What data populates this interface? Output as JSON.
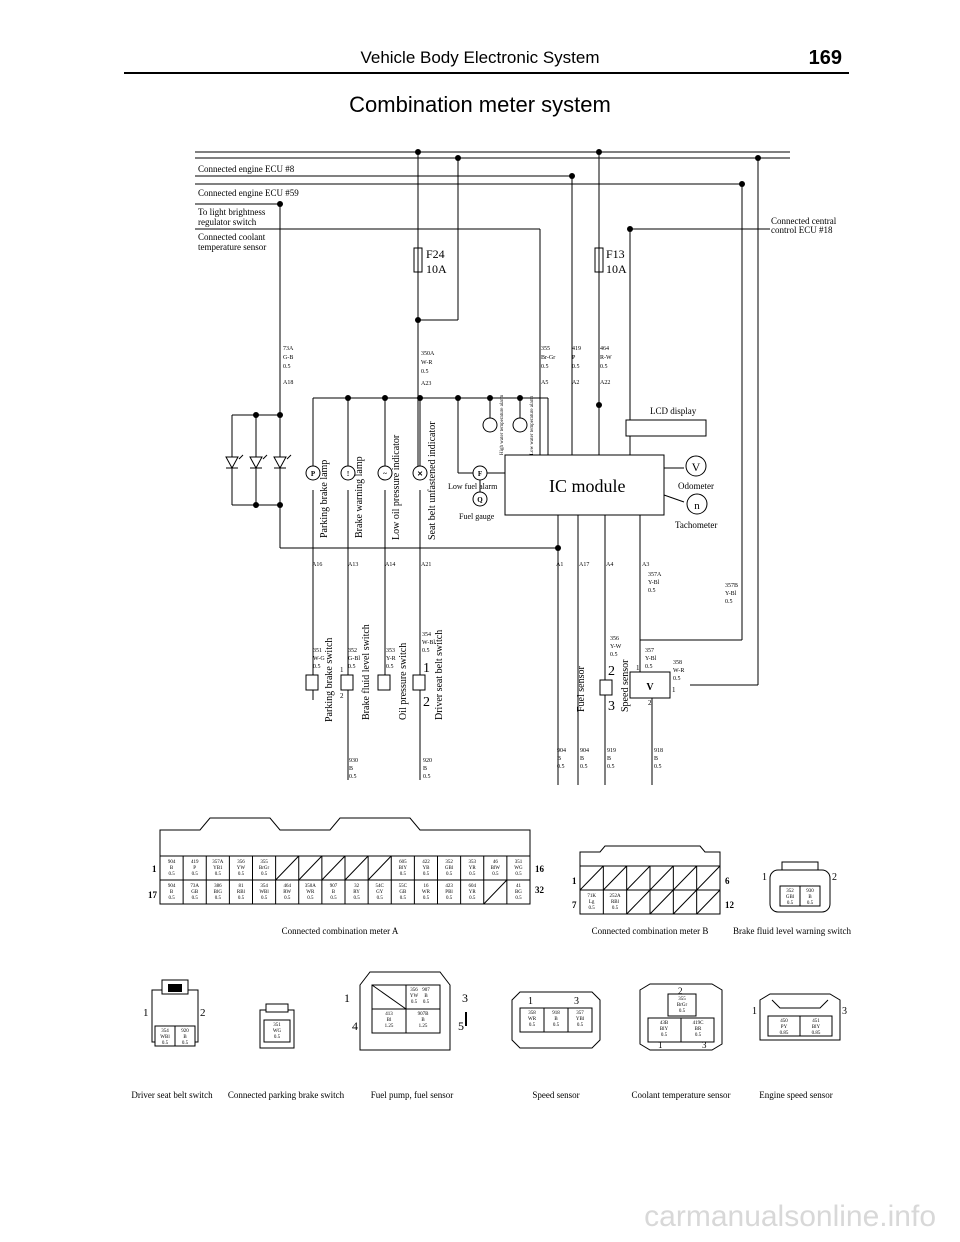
{
  "header": {
    "section": "Vehicle Body Electronic System",
    "page": "169"
  },
  "title": "Combination meter system",
  "connections": {
    "ecu8": "Connected engine ECU #8",
    "ecu59": "Connected engine ECU #59",
    "brightness1": "To light brightness",
    "brightness2": "regulator switch",
    "coolant1": "Connected coolant",
    "coolant2": "temperature sensor",
    "central1": "Connected central",
    "central2": "control ECU #18"
  },
  "fuses": [
    {
      "name": "F24",
      "rating": "10A"
    },
    {
      "name": "F13",
      "rating": "10A"
    }
  ],
  "module": {
    "name": "IC module",
    "lcd": "LCD display",
    "odometer": "Odometer",
    "tachometer": "Tachometer"
  },
  "indicators": {
    "parking": "Parking brake lamp",
    "brake": "Brake warning lamp",
    "oil": "Low oil pressure indicator",
    "seatbelt": "Seat belt unfastened indicator",
    "lowfuel": "Low fuel alarm",
    "fuelgauge": "Fuel gauge",
    "hightemp": "High water temperature alarm",
    "lowtemp": "Low water temperature alarm"
  },
  "switches": {
    "parking": "Parking brake switch",
    "brakefluid": "Brake fluid level switch",
    "oil": "Oil pressure switch",
    "seatbelt": "Driver seat belt switch",
    "fuel": "Fuel sensor",
    "speed": "Speed sensor"
  },
  "wires": [
    {
      "id": "73A",
      "color": "G-B",
      "size": "0.5",
      "pin": "A18"
    },
    {
      "id": "350A",
      "color": "W-R",
      "size": "0.5",
      "pin": "A23"
    },
    {
      "id": "355",
      "color": "Br-Gr",
      "size": "0.5",
      "pin": "A5"
    },
    {
      "id": "419",
      "color": "P",
      "size": "0.5",
      "pin": "A2"
    },
    {
      "id": "464",
      "color": "R-W",
      "size": "0.5",
      "pin": "A22"
    }
  ],
  "lower_pins": [
    "A16",
    "A13",
    "A14",
    "A21",
    "A1",
    "A17",
    "A4",
    "A3"
  ],
  "lower_wires": [
    {
      "id": "351",
      "color": "W-G",
      "size": "0.5"
    },
    {
      "id": "352",
      "color": "G-Bl",
      "size": "0.5"
    },
    {
      "id": "353",
      "color": "Y-R",
      "size": "0.5"
    },
    {
      "id": "354",
      "color": "W-Bl",
      "size": "0.5"
    },
    {
      "id": "356",
      "color": "Y-W",
      "size": "0.5"
    },
    {
      "id": "357A",
      "color": "Y-Bl",
      "size": "0.5"
    },
    {
      "id": "357B",
      "color": "Y-Bl",
      "size": "0.5"
    },
    {
      "id": "357",
      "color": "Y-Bl",
      "size": "0.5"
    },
    {
      "id": "358",
      "color": "W-R",
      "size": "0.5"
    }
  ],
  "grounds": [
    {
      "id": "930",
      "color": "B",
      "size": "0.5"
    },
    {
      "id": "920",
      "color": "B",
      "size": "0.5"
    },
    {
      "id": "904",
      "color": "B",
      "size": "0.5"
    },
    {
      "id": "904",
      "color": "B",
      "size": "0.5"
    },
    {
      "id": "919",
      "color": "B",
      "size": "0.5"
    },
    {
      "id": "918",
      "color": "B",
      "size": "0.5"
    }
  ],
  "meter_a": {
    "label": "Connected combination meter A",
    "pin_labels": [
      "1",
      "16",
      "17",
      "32"
    ],
    "row1": [
      [
        "904",
        "B",
        "0.5"
      ],
      [
        "419",
        "P",
        "0.5"
      ],
      [
        "357A",
        "YB1",
        "0.5"
      ],
      [
        "356",
        "YW",
        "0.5"
      ],
      [
        "355",
        "BrGr",
        "0.5"
      ],
      null,
      null,
      null,
      null,
      null,
      [
        "605",
        "BlY",
        "0.5"
      ],
      [
        "422",
        "YB",
        "0.5"
      ],
      [
        "352",
        "GBl",
        "0.5"
      ],
      [
        "353",
        "YR",
        "0.5"
      ],
      [
        "46",
        "BlW",
        "0.5"
      ],
      [
        "351",
        "WG",
        "0.5"
      ]
    ],
    "row2": [
      [
        "904",
        "B",
        "0.5"
      ],
      [
        "73A",
        "GB",
        "0.5"
      ],
      [
        "386",
        "BlG",
        "0.5"
      ],
      [
        "81",
        "RBl",
        "0.5"
      ],
      [
        "354",
        "WBl",
        "0.5"
      ],
      [
        "464",
        "RW",
        "0.5"
      ],
      [
        "350A",
        "WR",
        "0.5"
      ],
      [
        "907",
        "B",
        "0.5"
      ],
      [
        "32",
        "RY",
        "0.5"
      ],
      [
        "54C",
        "GY",
        "0.5"
      ],
      [
        "55C",
        "GB",
        "0.5"
      ],
      [
        "16",
        "WR",
        "0.5"
      ],
      [
        "423",
        "PBl",
        "0.5"
      ],
      [
        "604",
        "YR",
        "0.5"
      ],
      null,
      [
        "41",
        "BG",
        "0.5"
      ]
    ]
  },
  "meter_b": {
    "label": "Connected combination meter B",
    "pin_labels": [
      "1",
      "6",
      "7",
      "12"
    ],
    "row2": [
      [
        "71K",
        "Lg",
        "0.5"
      ],
      [
        "252A",
        "RBl",
        "0.5"
      ]
    ]
  },
  "brake_fluid": {
    "label": "Brake fluid level warning switch",
    "pins": [
      "1",
      "2"
    ],
    "cells": [
      [
        "352",
        "GBl",
        "0.5"
      ],
      [
        "930",
        "B",
        "0.5"
      ]
    ]
  },
  "seat_belt": {
    "label": "Driver seat belt switch",
    "pins": [
      "1",
      "2"
    ],
    "cells": [
      [
        "354",
        "WBl",
        "0.5"
      ],
      [
        "920",
        "B",
        "0.5"
      ]
    ]
  },
  "parking_brake": {
    "label": "Connected parking brake switch",
    "cells": [
      [
        "351",
        "WG",
        "0.5"
      ]
    ]
  },
  "fuel_pump": {
    "label": "Fuel pump, fuel sensor",
    "pins": [
      "1",
      "3",
      "4",
      "5"
    ],
    "cells": [
      [
        "356",
        "YW",
        "0.5"
      ],
      [
        "907",
        "B",
        "0.5"
      ],
      [
        "413",
        "Bl",
        "1.25"
      ],
      [
        "907B",
        "B",
        "1.25"
      ]
    ]
  },
  "speed_sensor": {
    "label": "Speed sensor",
    "pins": [
      "1",
      "3"
    ],
    "cells": [
      [
        "358",
        "WR",
        "0.5"
      ],
      [
        "918",
        "B",
        "0.5"
      ],
      [
        "357",
        "YBl",
        "0.5"
      ]
    ]
  },
  "coolant_sensor": {
    "label": "Coolant temperature sensor",
    "pins": [
      "2",
      "1",
      "3"
    ],
    "cells": [
      [
        "355",
        "BrGr",
        "0.5"
      ],
      [
        "43B",
        "BlY",
        "0.5"
      ],
      [
        "419C",
        "BR",
        "0.5"
      ]
    ]
  },
  "engine_speed": {
    "label": "Engine speed sensor",
    "pins": [
      "1",
      "3"
    ],
    "cells": [
      [
        "450",
        "PY",
        "0.85"
      ],
      [
        "451",
        "BlY",
        "0.85"
      ]
    ]
  },
  "watermark": "carmanualsonline.info"
}
